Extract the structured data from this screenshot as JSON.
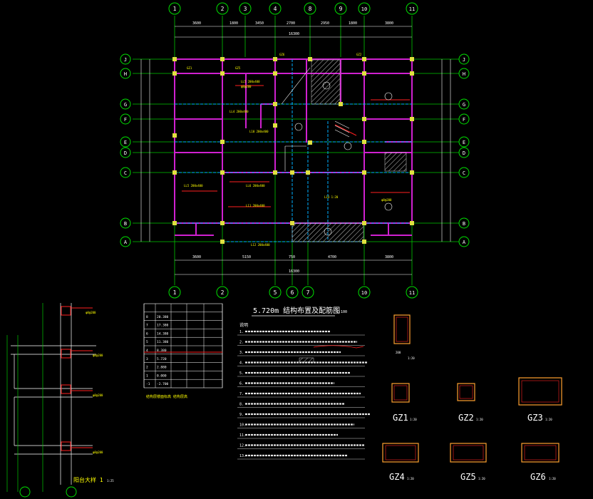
{
  "grid": {
    "top_labels": [
      "1",
      "2",
      "3",
      "4",
      "8",
      "9",
      "10",
      "11"
    ],
    "bottom_labels": [
      "1",
      "2",
      "5",
      "6",
      "7",
      "10",
      "11"
    ],
    "row_labels": [
      "J",
      "H",
      "G",
      "F",
      "E",
      "D",
      "C",
      "B",
      "A"
    ]
  },
  "plan_title": "5.720m 结构布置及配筋图",
  "plan_scale": "1:100",
  "gz_labels": [
    {
      "id": "gz1",
      "label": "GZ1",
      "scale": "1:20"
    },
    {
      "id": "gz2",
      "label": "GZ2",
      "scale": "1:20"
    },
    {
      "id": "gz3",
      "label": "GZ3",
      "scale": "1:20"
    },
    {
      "id": "gz4",
      "label": "GZ4",
      "scale": "1:20"
    },
    {
      "id": "gz5",
      "label": "GZ5",
      "scale": "1:20"
    },
    {
      "id": "gz6",
      "label": "GZ6",
      "scale": "1:20"
    }
  ],
  "balcony_label": "阳台大样 1",
  "balcony_scale": "1:25",
  "notes_heading": "说明",
  "notes_numbers": [
    "1",
    "2",
    "3",
    "4",
    "5",
    "6",
    "7",
    "8",
    "9",
    "10",
    "11",
    "12",
    "13"
  ],
  "table_rows": [
    {
      "floor": "8",
      "elev": "20.380"
    },
    {
      "floor": "7",
      "elev": "17.380"
    },
    {
      "floor": "6",
      "elev": "14.380"
    },
    {
      "floor": "5",
      "elev": "11.380"
    },
    {
      "floor": "4",
      "elev": "8.380"
    },
    {
      "floor": "3",
      "elev": "5.720"
    },
    {
      "floor": "2",
      "elev": "2.880"
    },
    {
      "floor": "1",
      "elev": "0.000"
    },
    {
      "floor": "-1",
      "elev": "-2.700"
    }
  ],
  "colors": {
    "background": "#000000",
    "grid_line": "#00c800",
    "bubble": "#00e000",
    "dimension": "#ffffff",
    "wall": "#d020d0",
    "beam_dashed": "#00b0ff",
    "column": "#e0e040",
    "annotation": "#ffff00",
    "red": "#ff2020",
    "hatch": "#d0d0d0"
  }
}
